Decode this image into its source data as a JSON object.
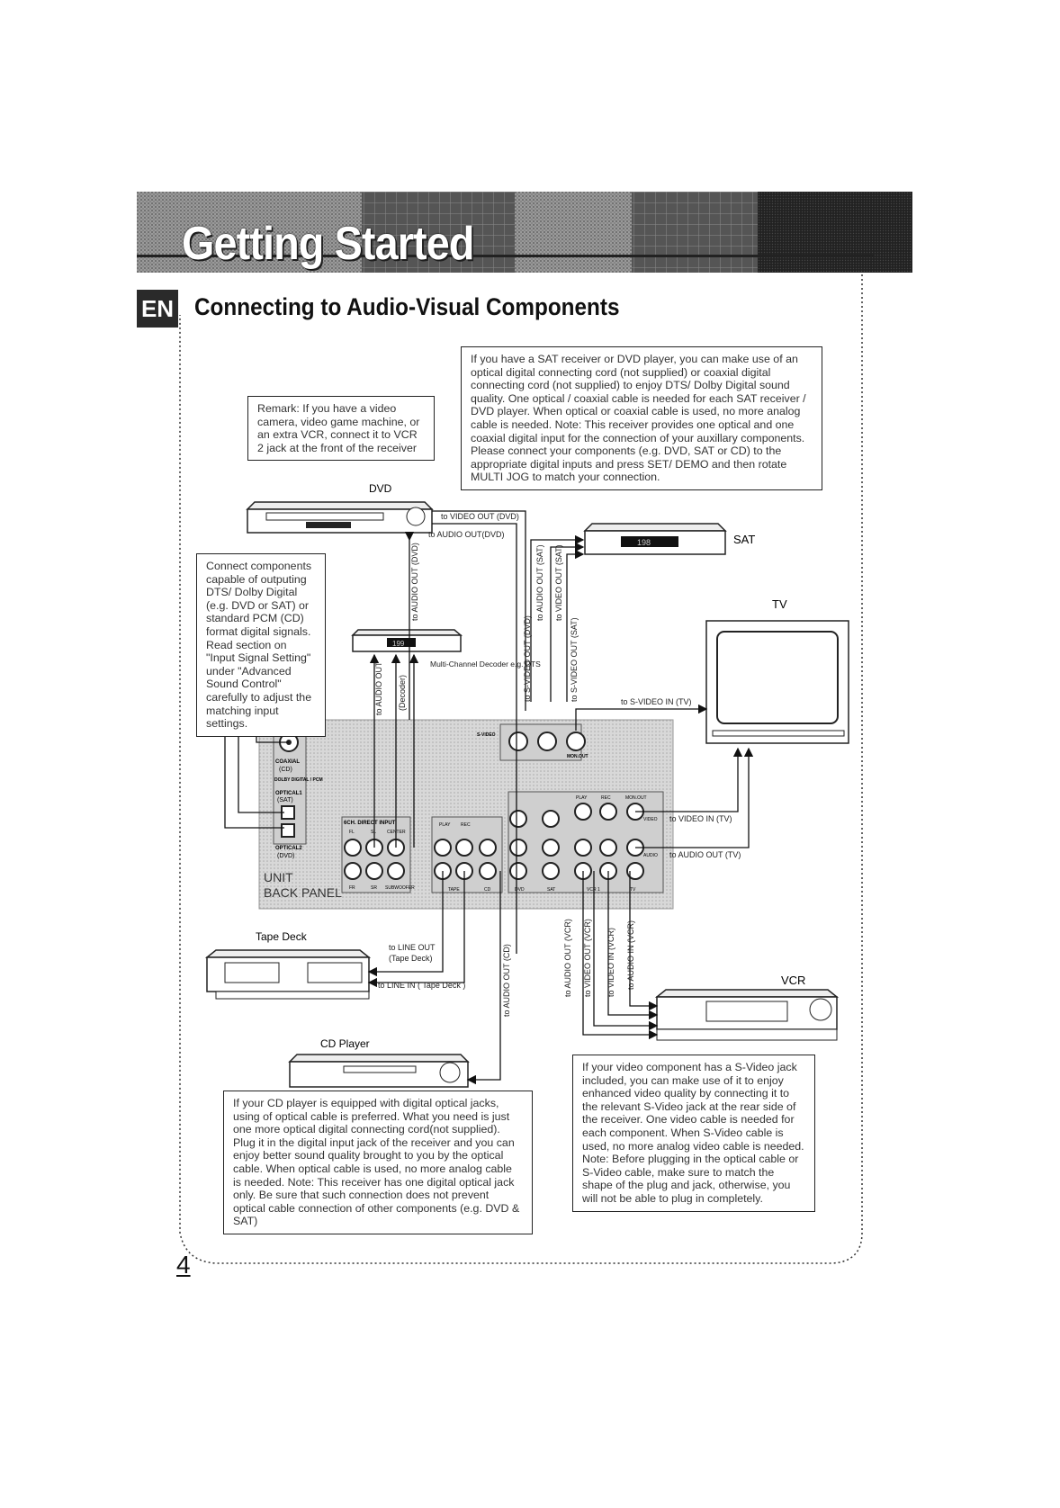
{
  "header": {
    "title": "Getting Started",
    "language_badge": "EN",
    "section_title": "Connecting to Audio-Visual Components"
  },
  "notes": {
    "remark": "Remark: If you have a video camera, video game machine, or an extra VCR, connect it to VCR 2 jack at the front of the receiver",
    "sat_dvd": "If you have a SAT receiver or DVD player, you can make use of an optical digital connecting cord (not supplied) or coaxial digital connecting cord (not supplied) to enjoy DTS/ Dolby Digital sound quality. One optical / coaxial cable is needed for each SAT receiver / DVD player. When optical or coaxial cable is used, no more analog cable is needed. Note: This receiver provides one optical and one coaxial digital input for the connection of your auxillary components. Please connect your components (e.g. DVD, SAT or CD) to the appropriate digital inputs and press SET/ DEMO and then rotate MULTI JOG to match your connection.",
    "digital": "Connect components capable of outputing DTS/ Dolby Digital (e.g. DVD or SAT) or standard PCM (CD) format digital signals. Read section on \"Input Signal Setting\" under \"Advanced Sound Control\" carefully to adjust the matching input settings.",
    "cd": "If your CD player is equipped with digital optical jacks, using of optical cable is preferred. What you need is just one more optical digital connecting cord(not supplied). Plug it in the digital input jack of the receiver and you can enjoy better sound quality brought to you by the optical cable. When optical cable is used, no more analog cable is needed. Note: This receiver has one digital optical jack only. Be sure that such connection does not prevent optical cable connection of other components (e.g. DVD & SAT)",
    "svideo": "If your video component has a S-Video jack included, you can make use of it to enjoy enhanced video quality by connecting it to the relevant S-Video jack at the rear side of the receiver. One video cable is needed for each component. When S-Video cable is used, no more analog video cable is needed. Note: Before plugging in the optical cable or S-Video cable, make sure to match the shape of the plug and jack, otherwise, you will not be able to plug in completely."
  },
  "devices": {
    "dvd": "DVD",
    "sat": "SAT",
    "tv": "TV",
    "vcr": "VCR",
    "tape_deck": "Tape Deck",
    "cd_player": "CD Player",
    "decoder": "Multi-Channel Decoder e.g. DTS",
    "unit_line1": "UNIT",
    "unit_line2": "BACK PANEL",
    "sat_display": "198",
    "decoder_display": "199"
  },
  "cables": {
    "video_out_dvd": "to VIDEO OUT (DVD)",
    "audio_out_dvd_h": "to AUDIO OUT(DVD)",
    "audio_out_dvd_v": "to AUDIO OUT (DVD)",
    "svideo_out_dvd": "to S-VIDEO OUT (DVD)",
    "audio_out_sat": "to AUDIO OUT (SAT)",
    "video_out_sat": "to VIDEO OUT (SAT)",
    "svideo_out_sat": "to S-VIDEO OUT (SAT)",
    "svideo_in_tv": "to S-VIDEO IN (TV)",
    "video_in_tv": "to VIDEO IN (TV)",
    "audio_out_tv": "to AUDIO OUT (TV)",
    "audio_out_decoder": "to AUDIO OUT",
    "decoder_label": "(Decoder)",
    "line_out_tape": "to LINE OUT",
    "line_out_tape2": "(Tape Deck)",
    "line_in_tape": "to LINE IN ( Tape Deck )",
    "audio_out_cd": "to AUDIO OUT (CD)",
    "audio_out_vcr": "to AUDIO OUT (VCR)",
    "video_out_vcr": "to VIDEO OUT (VCR)",
    "video_in_vcr": "to VIDEO IN (VCR)",
    "audio_in_vcr": "to AUDIO IN (VCR)"
  },
  "panel": {
    "coaxial": "COAXIAL",
    "coaxial_cd": "(CD)",
    "dolby": "DOLBY DIGITAL / PCM",
    "optical1": "OPTICAL1",
    "optical1_sat": "(SAT)",
    "optical2": "OPTICAL2",
    "optical2_dvd": "(DVD)",
    "direct_input": "6CH. DIRECT INPUT",
    "svideo": "S-VIDEO",
    "mon_out": "MON.OUT",
    "fl": "FL",
    "sl": "SL",
    "center": "CENTER",
    "fr": "FR",
    "sr": "SR",
    "subwoofer": "SUBWOOFER",
    "play": "PLAY",
    "rec": "REC",
    "tape": "TAPE",
    "cd": "CD",
    "dvd": "DVD",
    "sat": "SAT",
    "vcr1": "VCR 1",
    "tv": "TV",
    "video": "VIDEO",
    "audio": "AUDIO"
  },
  "page_number": "4"
}
